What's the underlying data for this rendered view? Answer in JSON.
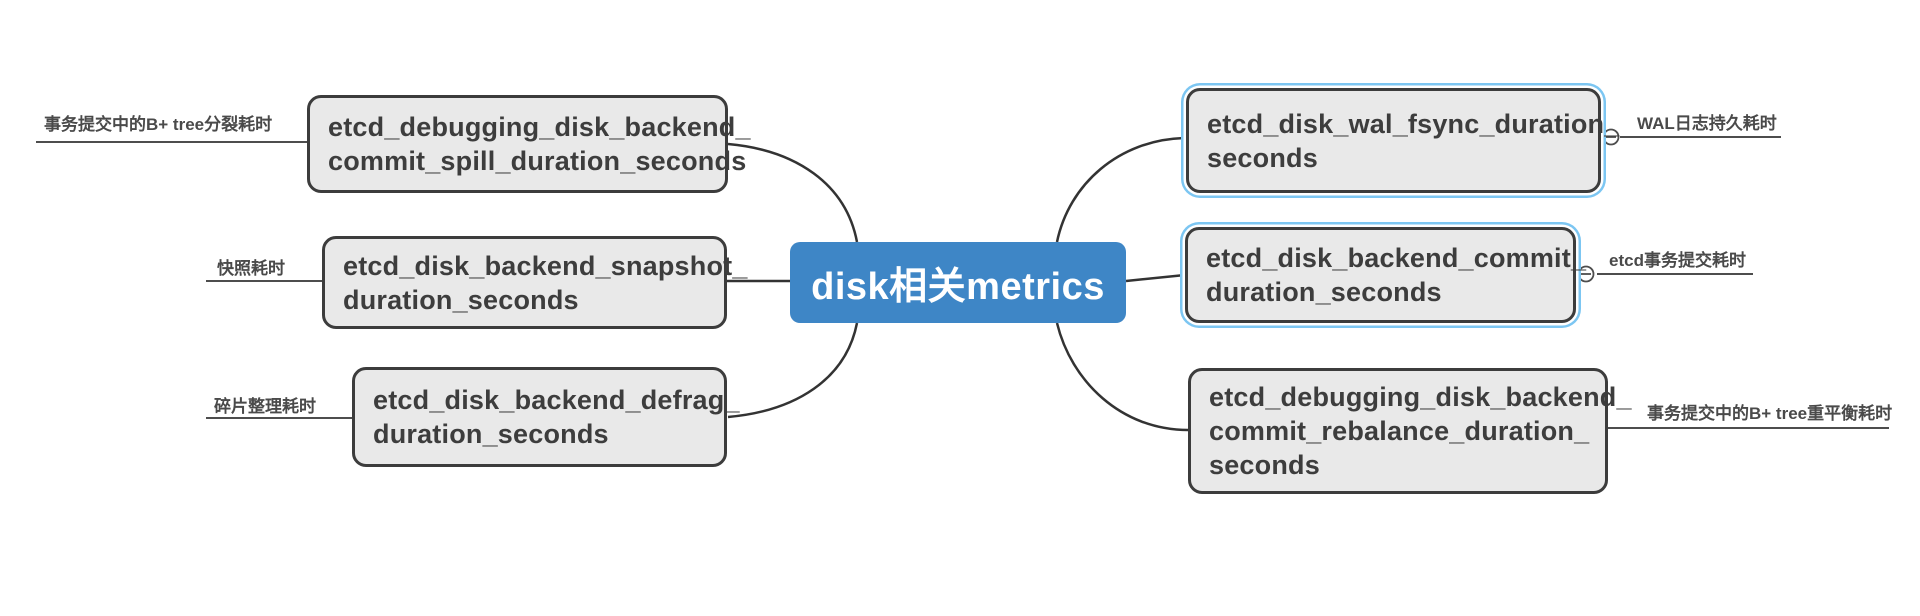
{
  "diagram": {
    "title": "etcd disk metrics mind map",
    "root": {
      "label": "disk相关metrics"
    },
    "left_branches": [
      {
        "metric": "etcd_debugging_disk_backend_commit_spill_duration_seconds",
        "metric_lines": [
          "etcd_debugging_disk_backend_",
          "commit_spill_duration_seconds"
        ],
        "note": "事务提交中的B+ tree分裂耗时",
        "selected": false
      },
      {
        "metric": "etcd_disk_backend_snapshot_duration_seconds",
        "metric_lines": [
          "etcd_disk_backend_snapshot_",
          "duration_seconds"
        ],
        "note": "快照耗时",
        "selected": false
      },
      {
        "metric": "etcd_disk_backend_defrag_duration_seconds",
        "metric_lines": [
          "etcd_disk_backend_defrag_",
          "duration_seconds"
        ],
        "note": "碎片整理耗时",
        "selected": false
      }
    ],
    "right_branches": [
      {
        "metric": "etcd_disk_wal_fsync_duration_seconds",
        "metric_lines": [
          "etcd_disk_wal_fsync_duration_",
          "seconds"
        ],
        "note": "WAL日志持久耗时",
        "selected": true,
        "collapse_icon": "minus"
      },
      {
        "metric": "etcd_disk_backend_commit_duration_seconds",
        "metric_lines": [
          "etcd_disk_backend_commit_",
          "duration_seconds"
        ],
        "note": "etcd事务提交耗时",
        "selected": true,
        "collapse_icon": "minus"
      },
      {
        "metric": "etcd_debugging_disk_backend_commit_rebalance_duration_seconds",
        "metric_lines": [
          "etcd_debugging_disk_backend_",
          "commit_rebalance_duration_",
          "seconds"
        ],
        "note": "事务提交中的B+ tree重平衡耗时",
        "selected": false,
        "collapse_icon": "none"
      }
    ],
    "colors": {
      "root_fill": "#3e86c6",
      "root_text": "#ffffff",
      "node_fill": "#e9e9e9",
      "node_border": "#3c3c3c",
      "selection_border": "#7cc6f2",
      "connector_line": "#333333",
      "note_underline": "#4d4d4d",
      "note_text": "#4a4a4a"
    }
  }
}
